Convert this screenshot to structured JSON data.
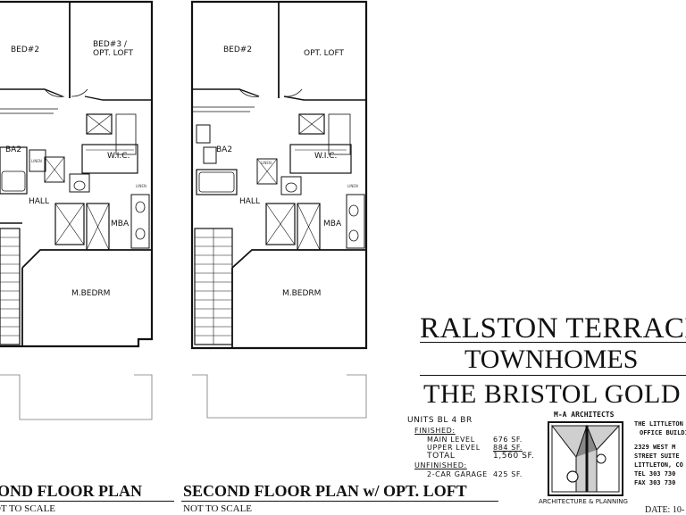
{
  "left_plan": {
    "rooms": {
      "bed2": "BED#2",
      "bed3": "BED#3 /",
      "bed3b": "OPT. LOFT",
      "ba2": "BA2",
      "linen": "LINEN",
      "wic": "W.I.C.",
      "linen2": "LINEN",
      "hall": "HALL",
      "mba": "MBA",
      "mbedrm": "M.BEDRM"
    },
    "caption": "SECOND FLOOR PLAN",
    "scale_note": "NOT TO SCALE"
  },
  "right_plan": {
    "rooms": {
      "bed2": "BED#2",
      "loft": "OPT. LOFT",
      "ba2": "BA2",
      "linen": "LINEN",
      "wic": "W.I.C.",
      "linen2": "LINEN",
      "hall": "HALL",
      "mba": "MBA",
      "mbedrm": "M.BEDRM"
    },
    "caption": "SECOND FLOOR PLAN w/ OPT. LOFT",
    "scale_note": "NOT TO SCALE"
  },
  "title": {
    "line1": "RALSTON TERRACE",
    "line2": "TOWNHOMES",
    "line3": "THE BRISTOL GOLD"
  },
  "units": {
    "heading": "UNITS BL 4 BR",
    "finished": "FINISHED:",
    "main_label": "MAIN LEVEL",
    "main_value": "676 SF.",
    "upper_label": "UPPER LEVEL",
    "upper_value": "884 SF.",
    "total_label": "TOTAL",
    "total_value": "1,560 SF.",
    "unfinished": "UNFINISHED:",
    "garage_label": "2-CAR GARAGE",
    "garage_value": "425 SF."
  },
  "architect": {
    "name": "M-A ARCHITECTS",
    "tagline": "ARCHITECTURE & PLANNING",
    "office_line1": "THE LITTLETON",
    "office_line2": "OFFICE BUILDING",
    "office_line3": "2329 WEST M",
    "office_line4": "STREET SUITE",
    "office_line5": "LITTLETON, CO",
    "office_line6": "TEL 303 730",
    "office_line7": "FAX 303 730"
  },
  "date_label": "DATE: 10-"
}
